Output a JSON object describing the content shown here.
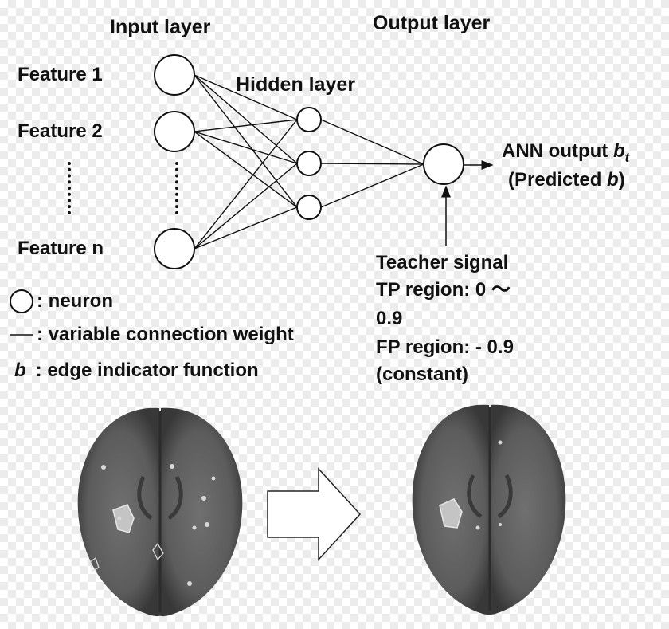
{
  "headers": {
    "input": "Input layer",
    "hidden": "Hidden layer",
    "output": "Output layer"
  },
  "features": [
    "Feature 1",
    "Feature 2",
    "Feature n"
  ],
  "output_label": {
    "line1_text": "ANN output ",
    "line1_var": "b",
    "line1_sub": "t",
    "line2_open": "(Predicted ",
    "line2_var": "b",
    "line2_close": ")"
  },
  "teacher": {
    "line1": "Teacher signal",
    "line2": "TP region:  0 〜",
    "line3": "0.9",
    "line4": "FP  region: - 0.9",
    "line5": "(constant)"
  },
  "legend": {
    "neuron": ": neuron",
    "weight": ": variable connection weight",
    "edge_symbol": "b",
    "edge": ": edge indicator function"
  },
  "colors": {
    "ink": "#111111",
    "brain": "#5a5a5a",
    "lesion": "#bdbdbd"
  }
}
